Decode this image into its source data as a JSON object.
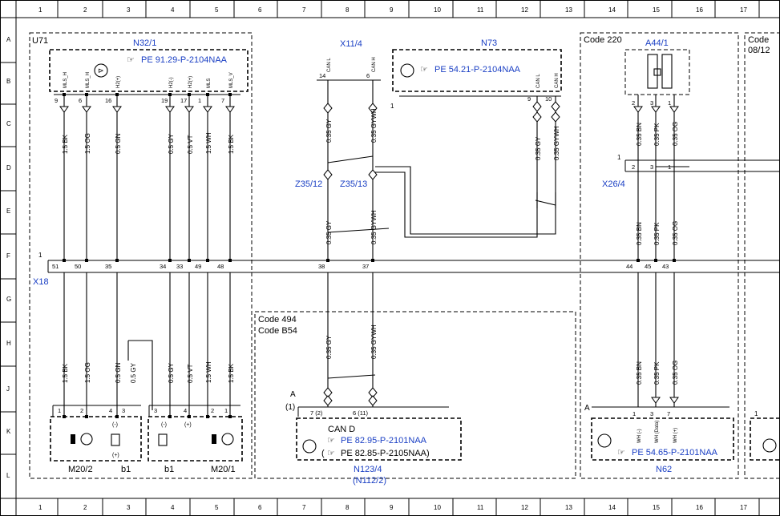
{
  "grid": {
    "columns": [
      "1",
      "2",
      "3",
      "4",
      "5",
      "6",
      "7",
      "8",
      "9",
      "10",
      "11",
      "12",
      "13",
      "14",
      "15",
      "16",
      "17"
    ],
    "rows": [
      "A",
      "B",
      "C",
      "D",
      "E",
      "F",
      "G",
      "H",
      "J",
      "K",
      "L"
    ]
  },
  "components": {
    "u71": "U71",
    "n32_1": "N32/1",
    "n32_1_ref": "PE 91.29-P-2104NAA",
    "x11_4": "X11/4",
    "n73": "N73",
    "n73_ref": "PE 54.21-P-2104NAA",
    "code220": "Code 220",
    "a44_1": "A44/1",
    "code_cut": "Code",
    "code_cut_sub": "08/12",
    "x26_4": "X26/4",
    "z35_12": "Z35/12",
    "z35_13": "Z35/13",
    "x18": "X18",
    "code494": "Code 494",
    "codeb54": "Code B54",
    "can_d": "CAN D",
    "n123_ref1": "PE 82.95-P-2101NAA",
    "n123_ref2": "PE 82.85-P-2105NAA)",
    "n123_ref2_prefix": "(",
    "n123_4": "N123/4",
    "n112_2": "(N112/2)",
    "n62": "N62",
    "n62_ref": "PE 54.65-P-2101NAA",
    "m20_2": "M20/2",
    "b1_left": "b1",
    "b1_right": "b1",
    "m20_1": "M20/1",
    "label_A1": "A",
    "label_1paren": "(1)",
    "label_A2": "A"
  },
  "n32_pins": [
    "MLS_H",
    "MLS_H",
    "H2(+)",
    "H2(-)",
    "H2(+)",
    "MLS",
    "MLS_V"
  ],
  "can_pins": [
    "CAN L",
    "CAN H"
  ],
  "n73_pins": [
    "CAN L",
    "CAN H"
  ],
  "n62_pins": [
    "WH (-)",
    "WH (Data)",
    "WH (+)"
  ],
  "pin_numbers": {
    "n32": [
      "9",
      "6",
      "16",
      "19",
      "17",
      "1",
      "7"
    ],
    "x11": [
      "14",
      "6"
    ],
    "n73": [
      "9",
      "10"
    ],
    "a44": [
      "2",
      "3",
      "1"
    ],
    "x26": [
      "2",
      "3",
      "1"
    ],
    "x18": [
      "51",
      "50",
      "35",
      "34",
      "33",
      "49",
      "48",
      "38",
      "37",
      "44",
      "45",
      "43"
    ],
    "n123": [
      "7 (2)",
      "6 (11)"
    ],
    "n62": [
      "1",
      "3",
      "7"
    ],
    "m20_2": [
      "1",
      "2"
    ],
    "b1_left": [
      "4",
      "3"
    ],
    "b1_right": [
      "3",
      "4"
    ],
    "m20_1": [
      "2",
      "1"
    ],
    "conn_1": [
      "1",
      "1",
      "1",
      "1"
    ]
  },
  "wire_labels": {
    "upper_left": [
      "1.5 BK",
      "1.5 OG",
      "0.5 GN",
      "0.5 GY",
      "0.5 VT",
      "1.5 WH",
      "1.5 BK"
    ],
    "lower_left": [
      "1.5 BK",
      "1.5 OG",
      "0.5 GN",
      "0.5 GY",
      "0.5 GY",
      "0.5 VT",
      "1.5 WH",
      "1.5 BK"
    ],
    "can_upper": [
      "0.35 GY",
      "0.35 GYWH"
    ],
    "n73_wires": [
      "0.35 GY",
      "0.35 GYWH"
    ],
    "can_mid": [
      "0.35 GY",
      "0.35 GYWH"
    ],
    "can_lower": [
      "0.35 GY",
      "0.35 GYWH"
    ],
    "a44_upper": [
      "0.35 BN",
      "0.35 PK",
      "0.35 OG"
    ],
    "a44_mid": [
      "0.35 BN",
      "0.35 PK",
      "0.35 OG"
    ],
    "a44_lower": [
      "0.35 BN",
      "0.35 PK",
      "0.35 OG"
    ]
  },
  "symbols": {
    "b1_marks": [
      "(-)",
      "(+)"
    ]
  },
  "colors": {
    "reference_blue": "#1a3fc4",
    "line": "#000000"
  }
}
